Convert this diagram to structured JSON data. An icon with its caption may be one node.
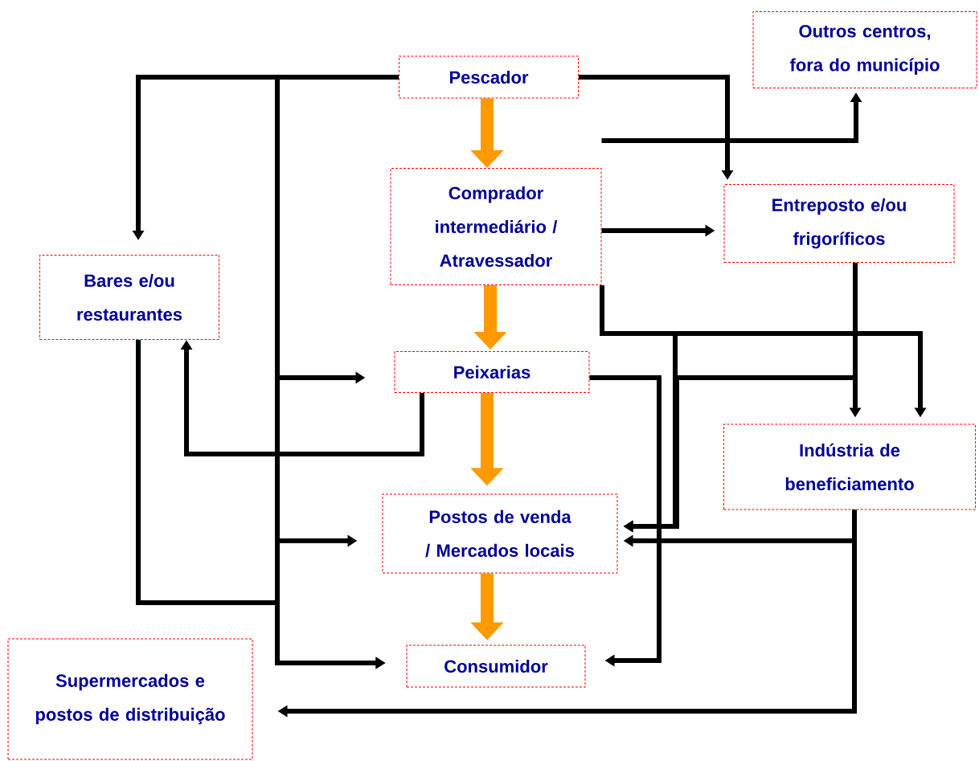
{
  "diagram": {
    "nodes": [
      {
        "text": [
          "Outros centros, fora do município"
        ]
      },
      {
        "text": [
          "Pescador"
        ]
      },
      {
        "text": [
          "Comprador intermediário / Atravessador"
        ]
      },
      {
        "text": [
          "Entreposto e/ou frigoríficos"
        ]
      },
      {
        "text": [
          "Bares e/ou restaurantes"
        ]
      },
      {
        "text": [
          "Peixarias"
        ]
      },
      {
        "text": [
          "Indústria de beneficiamento"
        ]
      },
      {
        "text": [
          "Postos de venda / Mercados locais"
        ]
      },
      {
        "text": [
          "Supermercados e postos de distribuição"
        ]
      },
      {
        "text": [
          "Consumidor"
        ]
      }
    ],
    "edges": [
      {
        "from": 1,
        "to": 2,
        "arrow": "to",
        "style": "thick",
        "color": "#ff9900"
      },
      {
        "from": 2,
        "to": 5,
        "arrow": "to",
        "style": "thick",
        "color": "#ff9900"
      },
      {
        "from": 5,
        "to": 7,
        "arrow": "to",
        "style": "thick",
        "color": "#ff9900"
      },
      {
        "from": 7,
        "to": 9,
        "arrow": "to",
        "style": "thick",
        "color": "#ff9900"
      },
      {
        "from": 1,
        "to": 4,
        "arrow": "to"
      },
      {
        "from": 1,
        "to": 5,
        "arrow": "to"
      },
      {
        "from": 1,
        "to": 7,
        "arrow": "to"
      },
      {
        "from": 1,
        "to": 9,
        "arrow": "to"
      },
      {
        "from": 4,
        "to": 9,
        "arrow": "to"
      },
      {
        "from": 5,
        "to": 4,
        "arrow": "to"
      },
      {
        "from": 1,
        "to": 3,
        "arrow": "to"
      },
      {
        "from": 2,
        "to": 0,
        "arrow": "to"
      },
      {
        "from": 2,
        "to": 3,
        "arrow": "to"
      },
      {
        "from": 2,
        "to": 6,
        "arrow": "to"
      },
      {
        "from": 2,
        "to": 7,
        "arrow": "to"
      },
      {
        "from": 3,
        "to": 6,
        "arrow": "to"
      },
      {
        "from": 3,
        "to": 7,
        "arrow": "to"
      },
      {
        "from": 5,
        "to": 9,
        "arrow": "to"
      },
      {
        "from": 6,
        "to": 7,
        "arrow": "to"
      },
      {
        "from": 6,
        "to": 8,
        "arrow": "to"
      }
    ]
  }
}
